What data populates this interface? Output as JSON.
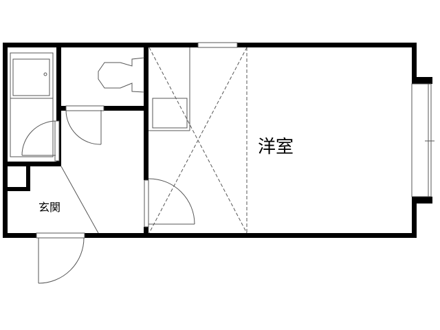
{
  "diagram": {
    "type": "floor-plan",
    "rooms": [
      {
        "id": "western-room",
        "label": "洋室"
      },
      {
        "id": "entrance",
        "label": "玄関"
      },
      {
        "id": "toilet",
        "label": ""
      },
      {
        "id": "bathroom",
        "label": ""
      },
      {
        "id": "closet",
        "label": ""
      }
    ],
    "colors": {
      "wall": "#000000",
      "line": "#555555",
      "background": "#ffffff"
    }
  }
}
